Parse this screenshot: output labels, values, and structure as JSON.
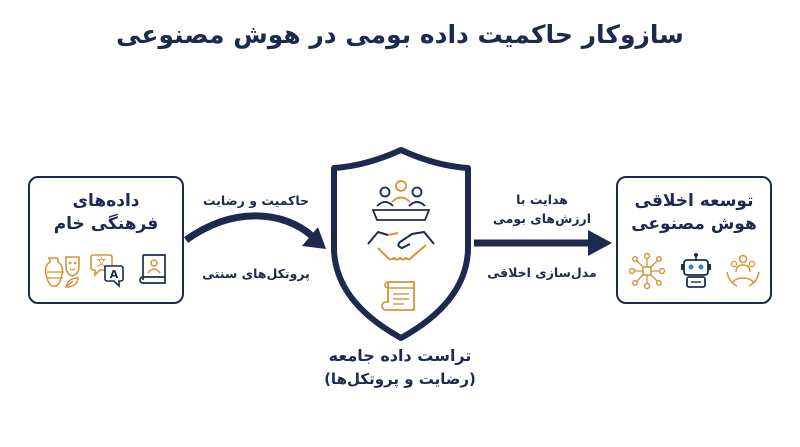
{
  "title": "سازوکار حاکمیت داده بومی در هوش مصنوعی",
  "left_box": {
    "line1": "داده‌های",
    "line2": "فرهنگی خام"
  },
  "right_box": {
    "line1": "توسعه اخلاقی",
    "line2": "هوش مصنوعی"
  },
  "arrow_left": {
    "top_label": "حاکمیت و رضایت",
    "bottom_label": "پروتکل‌های سنتی"
  },
  "arrow_right": {
    "top_line1": "هدایت با",
    "top_line2": "ارزش‌های بومی",
    "bottom_label": "مدل‌سازی اخلاقی"
  },
  "shield": {
    "caption_line1": "تراست داده جامعه",
    "caption_line2": "(رضایت و پروتکل‌ها)"
  },
  "colors": {
    "navy": "#1b2a4e",
    "gold": "#d4943a",
    "blue": "#3b7bbf"
  },
  "icons": {
    "left": [
      "vase-icon",
      "mask-icon",
      "leaf-icon",
      "translate-icon",
      "book-icon"
    ],
    "shield": [
      "group-meeting-icon",
      "handshake-icon",
      "scroll-icon"
    ],
    "right": [
      "network-icon",
      "robot-icon",
      "community-hands-icon"
    ]
  }
}
